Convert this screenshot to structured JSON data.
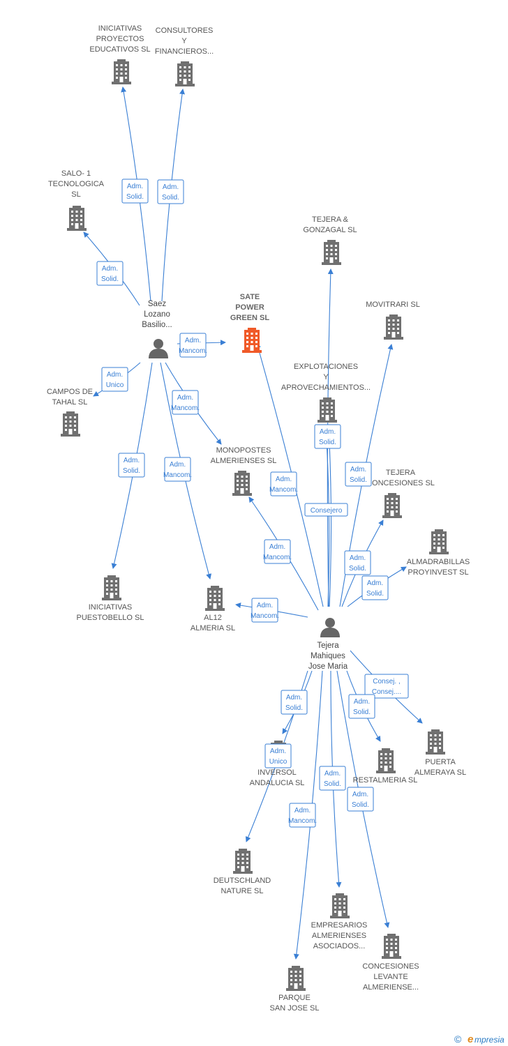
{
  "nodes": [
    {
      "id": "sate",
      "type": "company",
      "focus": true,
      "label": [
        "SATE",
        "POWER",
        "GREEN  SL"
      ]
    },
    {
      "id": "saez",
      "type": "person",
      "label": [
        "Saez",
        "Lozano",
        "Basilio..."
      ]
    },
    {
      "id": "tejera_p",
      "type": "person",
      "label": [
        "Tejera",
        "Mahiques",
        "Jose Maria"
      ]
    },
    {
      "id": "iniciativas_pe",
      "type": "company",
      "label": [
        "INICIATIVAS",
        "PROYECTOS",
        "EDUCATIVOS SL"
      ]
    },
    {
      "id": "consultores",
      "type": "company",
      "label": [
        "CONSULTORES",
        "Y",
        "FINANCIEROS..."
      ]
    },
    {
      "id": "salo",
      "type": "company",
      "label": [
        "SALO- 1",
        "TECNOLOGICA",
        "SL"
      ]
    },
    {
      "id": "campos",
      "type": "company",
      "label": [
        "CAMPOS DE",
        "TAHAL  SL"
      ]
    },
    {
      "id": "monopostes",
      "type": "company",
      "label": [
        "MONOPOSTES",
        "ALMERIENSES SL"
      ]
    },
    {
      "id": "iniciativas_pb",
      "type": "company",
      "label": [
        "INICIATIVAS",
        "PUESTOBELLO SL"
      ]
    },
    {
      "id": "al12",
      "type": "company",
      "label": [
        "AL12",
        "ALMERIA SL"
      ]
    },
    {
      "id": "tejera_gonz",
      "type": "company",
      "label": [
        "TEJERA &",
        "GONZAGAL  SL"
      ]
    },
    {
      "id": "movitrari",
      "type": "company",
      "label": [
        "MOVITRARI  SL"
      ]
    },
    {
      "id": "explotaciones",
      "type": "company",
      "label": [
        "EXPLOTACIONES",
        "Y",
        "APROVECHAMIENTOS..."
      ]
    },
    {
      "id": "tejera_conc",
      "type": "company",
      "label": [
        "TEJERA",
        "CONCESIONES SL"
      ]
    },
    {
      "id": "almadrabillas",
      "type": "company",
      "label": [
        "ALMADRABILLAS",
        "PROYINVEST SL"
      ]
    },
    {
      "id": "inversol",
      "type": "company",
      "label": [
        "INVERSOL",
        "ANDALUCIA SL"
      ]
    },
    {
      "id": "restalmeria",
      "type": "company",
      "label": [
        "RESTALMERIA SL"
      ]
    },
    {
      "id": "puerta",
      "type": "company",
      "label": [
        "PUERTA",
        "ALMERAYA SL"
      ]
    },
    {
      "id": "deutschland",
      "type": "company",
      "label": [
        "DEUTSCHLAND",
        "NATURE SL"
      ]
    },
    {
      "id": "empresarios",
      "type": "company",
      "label": [
        "EMPRESARIOS",
        "ALMERIENSES",
        "ASOCIADOS..."
      ]
    },
    {
      "id": "concesiones_lev",
      "type": "company",
      "label": [
        "CONCESIONES",
        "LEVANTE",
        "ALMERIENSE..."
      ]
    },
    {
      "id": "parque",
      "type": "company",
      "label": [
        "PARQUE",
        "SAN JOSE SL"
      ]
    }
  ],
  "edges": [
    {
      "from": "saez",
      "to": "iniciativas_pe",
      "label": [
        "Adm.",
        "Solid."
      ]
    },
    {
      "from": "saez",
      "to": "consultores",
      "label": [
        "Adm.",
        "Solid."
      ]
    },
    {
      "from": "saez",
      "to": "salo",
      "label": [
        "Adm.",
        "Solid."
      ]
    },
    {
      "from": "saez",
      "to": "sate",
      "label": [
        "Adm.",
        "Mancom."
      ]
    },
    {
      "from": "saez",
      "to": "campos",
      "label": [
        "Adm.",
        "Unico"
      ]
    },
    {
      "from": "saez",
      "to": "monopostes",
      "label": [
        "Adm.",
        "Mancom."
      ]
    },
    {
      "from": "saez",
      "to": "iniciativas_pb",
      "label": [
        "Adm.",
        "Solid."
      ]
    },
    {
      "from": "saez",
      "to": "al12",
      "label": [
        "Adm.",
        "Mancom."
      ]
    },
    {
      "from": "tejera_p",
      "to": "tejera_gonz",
      "label": []
    },
    {
      "from": "tejera_p",
      "to": "movitrari",
      "label": [
        "Adm.",
        "Solid."
      ]
    },
    {
      "from": "tejera_p",
      "to": "explotaciones",
      "label": [
        "Adm.",
        "Solid."
      ]
    },
    {
      "from": "tejera_p",
      "to": "sate",
      "label": [
        "Adm.",
        "Mancom."
      ]
    },
    {
      "from": "tejera_p",
      "to": "tejera_conc",
      "label": [
        "Adm.",
        "Solid."
      ]
    },
    {
      "from": "tejera_p",
      "to": "almadrabillas",
      "label": [
        "Adm.",
        "Solid."
      ]
    },
    {
      "from": "tejera_p",
      "to": "monopostes",
      "label": [
        "Adm.",
        "Mancom."
      ]
    },
    {
      "from": "tejera_p",
      "to": "al12",
      "label": [
        "Adm.",
        "Mancom."
      ]
    },
    {
      "from": "tejera_p",
      "to": "explotaciones",
      "label": [
        "Consejero"
      ]
    },
    {
      "from": "tejera_p",
      "to": "puerta",
      "label": [
        "Consej. ,",
        "Consej...."
      ]
    },
    {
      "from": "tejera_p",
      "to": "restalmeria",
      "label": [
        "Adm.",
        "Solid."
      ]
    },
    {
      "from": "tejera_p",
      "to": "inversol",
      "label": [
        "Adm.",
        "Solid."
      ]
    },
    {
      "from": "tejera_p",
      "to": "deutschland",
      "label": [
        "Adm.",
        "Unico"
      ]
    },
    {
      "from": "tejera_p",
      "to": "empresarios",
      "label": [
        "Adm.",
        "Solid."
      ]
    },
    {
      "from": "tejera_p",
      "to": "concesiones_lev",
      "label": [
        "Adm.",
        "Solid."
      ]
    },
    {
      "from": "tejera_p",
      "to": "parque",
      "label": [
        "Adm.",
        "Mancom."
      ]
    }
  ],
  "footer": {
    "copyright": "©",
    "brand_initial": "e",
    "brand_rest": "mpresia"
  },
  "colors": {
    "edge": "#3a7fd4",
    "company": "#707070",
    "focus": "#f05a28",
    "person": "#666666"
  }
}
